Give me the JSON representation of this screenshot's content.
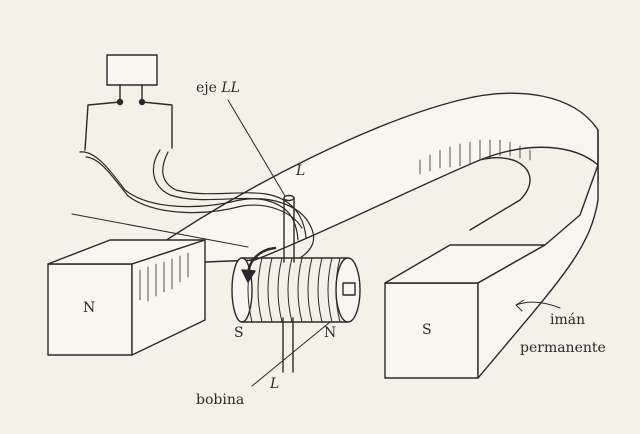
{
  "labels": {
    "axis": "eje",
    "axis_letters": "LL",
    "L_top": "L",
    "L_bottom": "L",
    "coil": "bobina",
    "magnet_line1": "imán",
    "magnet_line2": "permanente",
    "pole_N_left": "N",
    "pole_S_right": "S",
    "coil_S": "S",
    "coil_N": "N"
  },
  "colors": {
    "ink": "#2a2a2a",
    "paper": "#f4f1e6",
    "magnet_fill": "#f8f6ee"
  }
}
